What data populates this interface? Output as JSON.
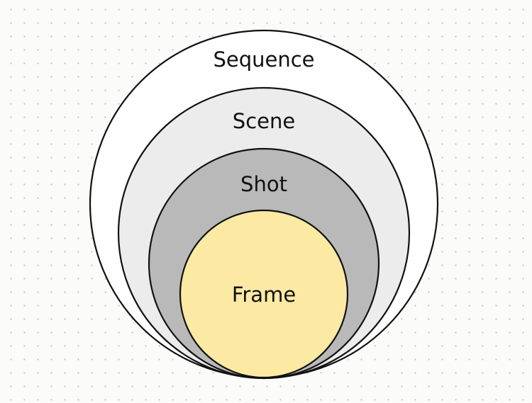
{
  "rings": [
    {
      "id": "sequence",
      "label": "Sequence",
      "fill": "#ffffff"
    },
    {
      "id": "scene",
      "label": "Scene",
      "fill": "#ececec"
    },
    {
      "id": "shot",
      "label": "Shot",
      "fill": "#b9b9b9"
    },
    {
      "id": "frame",
      "label": "Frame",
      "fill": "#fce9a3"
    }
  ]
}
